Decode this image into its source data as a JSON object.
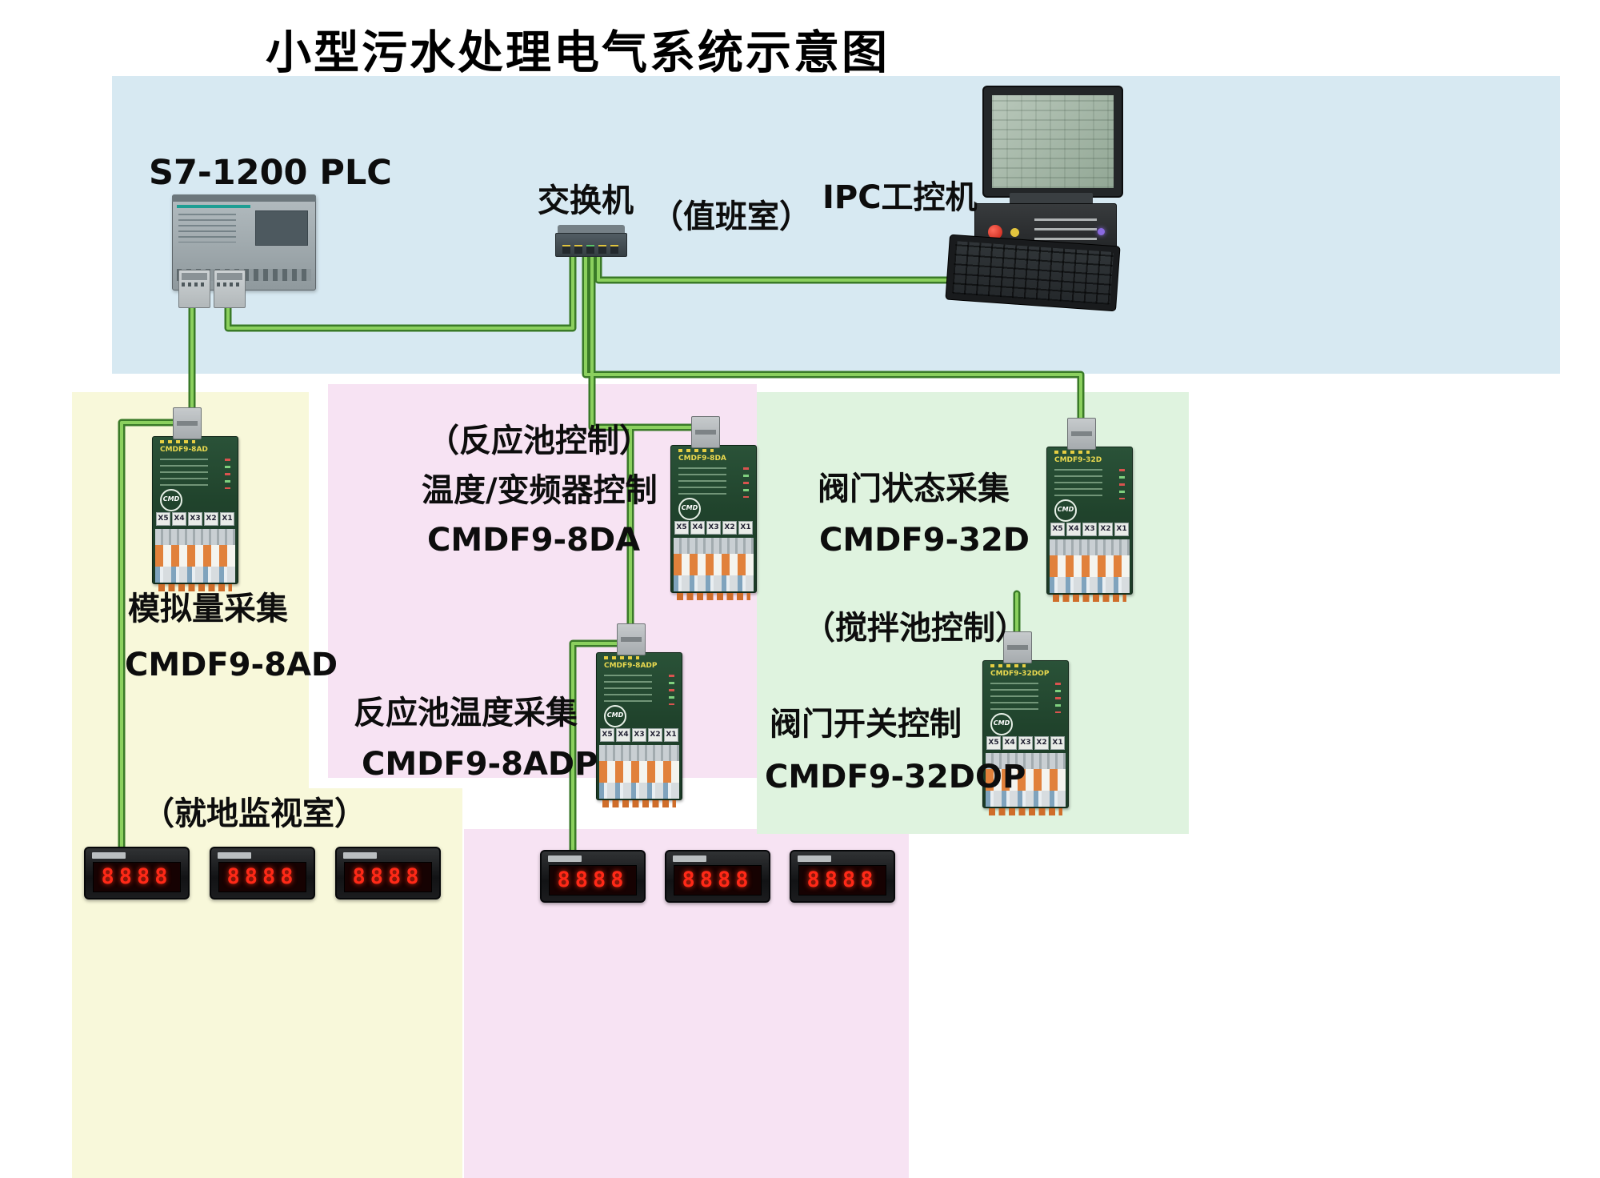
{
  "title": "小型污水处理电气系统示意图",
  "colors": {
    "region_top_blue": "#d7e9f2",
    "region_left_yellow": "#f8f8da",
    "region_middle_pink": "#f7e3f3",
    "region_right_green": "#dff3df",
    "cable_outer": "#3a7a28",
    "cable_inner": "#8bd05e",
    "meter_digit_red": "#ff2917"
  },
  "top_area": {
    "plc_label": "S7-1200  PLC",
    "switch_label": "交换机",
    "duty_room": "（值班室）",
    "ipc_label": "IPC工控机"
  },
  "left_area": {
    "function_label": "模拟量采集",
    "model_label": "CMDF9-8AD",
    "room_label": "（就地监视室）"
  },
  "middle_area": {
    "control_note_1": "（反应池控制）",
    "control_note_2": "温度/变频器控制",
    "model_top": "CMDF9-8DA",
    "function_bottom": "反应池温度采集",
    "model_bottom": "CMDF9-8ADP"
  },
  "right_area": {
    "function_top": "阀门状态采集",
    "model_top": "CMDF9-32D",
    "control_note": "（搅拌池控制）",
    "function_bottom": "阀门开关控制",
    "model_bottom": "CMDF9-32DOP"
  },
  "modules": {
    "m8ad": {
      "label": "CMDF9-8AD"
    },
    "m8da": {
      "label": "CMDF9-8DA"
    },
    "m32d": {
      "label": "CMDF9-32D"
    },
    "m8adp": {
      "label": "CMDF9-8ADP"
    },
    "m32dop": {
      "label": "CMDF9-32DOP"
    }
  },
  "module_ports": [
    "X5",
    "X4",
    "X3",
    "X2",
    "X1"
  ],
  "module_logo": "CMD",
  "meter_display": "8888"
}
